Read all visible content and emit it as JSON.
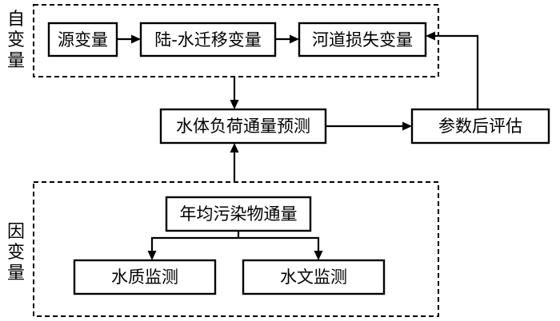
{
  "independent_group": {
    "label_chars": [
      "自",
      "变",
      "量"
    ],
    "nodes": {
      "source": "源变量",
      "land_water": "陆-水迁移变量",
      "river_loss": "河道损失变量"
    }
  },
  "center": {
    "forecast": "水体负荷通量预测",
    "evaluation": "参数后评估"
  },
  "dependent_group": {
    "label_chars": [
      "因",
      "变",
      "量"
    ],
    "nodes": {
      "annual_flux": "年均污染物通量",
      "water_quality": "水质监测",
      "hydrology": "水文监测"
    }
  }
}
